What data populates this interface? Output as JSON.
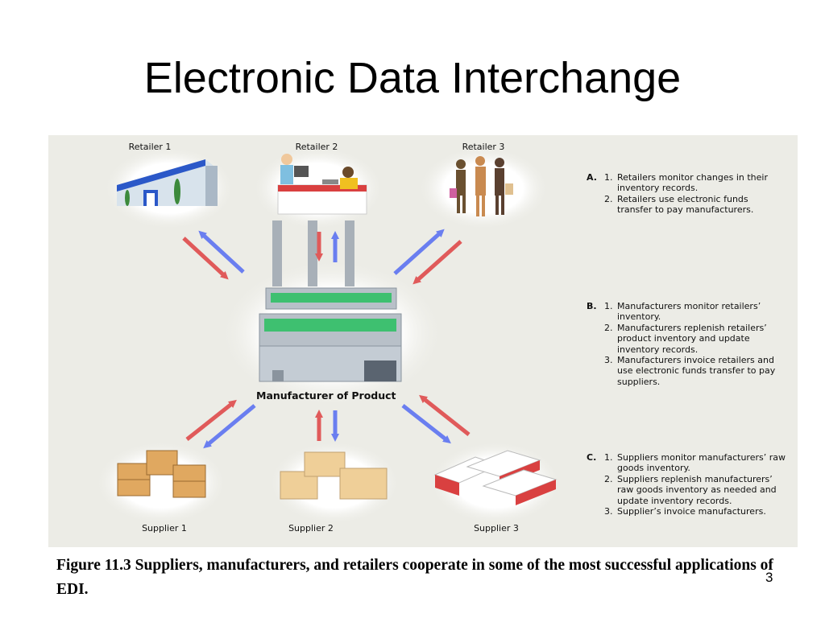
{
  "title": "Electronic Data Interchange",
  "diagram": {
    "nodes": {
      "retailer_1": "Retailer 1",
      "retailer_2": "Retailer 2",
      "retailer_3": "Retailer 3",
      "manufacturer": "Manufacturer of Product",
      "supplier_1": "Supplier 1",
      "supplier_2": "Supplier 2",
      "supplier_3": "Supplier 3"
    },
    "notes": {
      "a": {
        "letter": "A.",
        "items": [
          {
            "num": "1.",
            "text": "Retailers monitor changes in their inventory records."
          },
          {
            "num": "2.",
            "text": "Retailers use electronic funds transfer to pay manufacturers."
          }
        ]
      },
      "b": {
        "letter": "B.",
        "items": [
          {
            "num": "1.",
            "text": "Manufacturers monitor retailers’ inventory."
          },
          {
            "num": "2.",
            "text": "Manufacturers replenish retailers’ product inventory and update inventory records."
          },
          {
            "num": "3.",
            "text": "Manufacturers invoice retailers and use electronic funds transfer to pay suppliers."
          }
        ]
      },
      "c": {
        "letter": "C.",
        "items": [
          {
            "num": "1.",
            "text": "Suppliers monitor manufacturers’ raw goods inventory."
          },
          {
            "num": "2.",
            "text": "Suppliers replenish manufacturers’ raw goods inventory as needed and update inventory records."
          },
          {
            "num": "3.",
            "text": "Supplier’s invoice manufacturers."
          }
        ]
      }
    },
    "colors": {
      "arrow_red": "#e05a5a",
      "arrow_blue": "#6a7ef0",
      "background": "#ecece6"
    }
  },
  "caption": "Figure 11.3 Suppliers, manufacturers, and retailers cooperate in some of the most successful applications of EDI.",
  "page_number": "3"
}
